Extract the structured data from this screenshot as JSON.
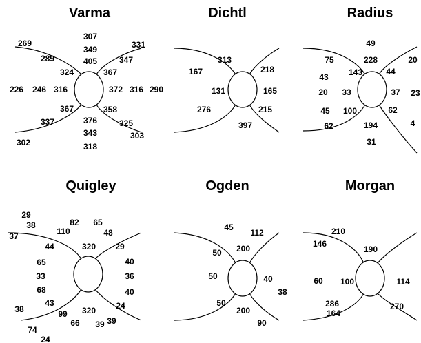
{
  "panels": [
    {
      "key": "varma",
      "title": "Varma",
      "labels": [
        "269",
        "307",
        "349",
        "405",
        "331",
        "289",
        "347",
        "324",
        "367",
        "226",
        "246",
        "316",
        "372",
        "316",
        "290",
        "367",
        "358",
        "337",
        "376",
        "325",
        "343",
        "303",
        "302",
        "318"
      ]
    },
    {
      "key": "dichtl",
      "title": "Dichtl",
      "labels": [
        "313",
        "167",
        "218",
        "131",
        "165",
        "276",
        "215",
        "397"
      ]
    },
    {
      "key": "radius",
      "title": "Radius",
      "labels": [
        "49",
        "75",
        "228",
        "20",
        "143",
        "44",
        "43",
        "20",
        "33",
        "37",
        "23",
        "45",
        "100",
        "62",
        "4",
        "62",
        "194",
        "31"
      ]
    },
    {
      "key": "quigley",
      "title": "Quigley",
      "labels": [
        "29",
        "38",
        "82",
        "65",
        "110",
        "48",
        "37",
        "44",
        "320",
        "29",
        "65",
        "40",
        "33",
        "36",
        "68",
        "40",
        "43",
        "24",
        "38",
        "99",
        "320",
        "39",
        "74",
        "66",
        "39",
        "24"
      ]
    },
    {
      "key": "ogden",
      "title": "Ogden",
      "labels": [
        "45",
        "112",
        "200",
        "50",
        "50",
        "40",
        "38",
        "50",
        "200",
        "90"
      ]
    },
    {
      "key": "morgan",
      "title": "Morgan",
      "labels": [
        "210",
        "146",
        "190",
        "60",
        "100",
        "114",
        "286",
        "270",
        "164"
      ]
    }
  ]
}
